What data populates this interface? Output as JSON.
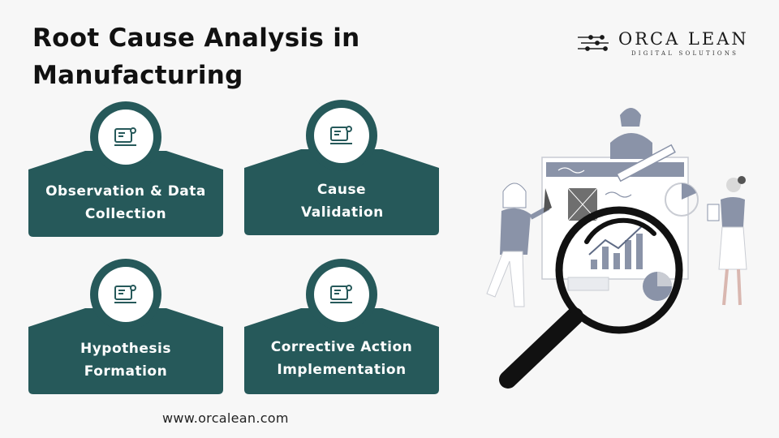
{
  "title": "Root Cause Analysis in Manufacturing",
  "brand": {
    "name": "ORCA LEAN",
    "tagline": "DIGITAL SOLUTIONS"
  },
  "colors": {
    "card": "#26595a",
    "ring": "#26595a",
    "accent": "#1a1a1a"
  },
  "steps": [
    {
      "label": "Observation & Data Collection",
      "icon": "document-terminal-icon"
    },
    {
      "label": "Cause Validation",
      "icon": "document-terminal-icon"
    },
    {
      "label": "Hypothesis Formation",
      "icon": "document-terminal-icon"
    },
    {
      "label": "Corrective Action Implementation",
      "icon": "document-terminal-icon"
    }
  ],
  "footer": {
    "url": "www.orcalean.com"
  }
}
